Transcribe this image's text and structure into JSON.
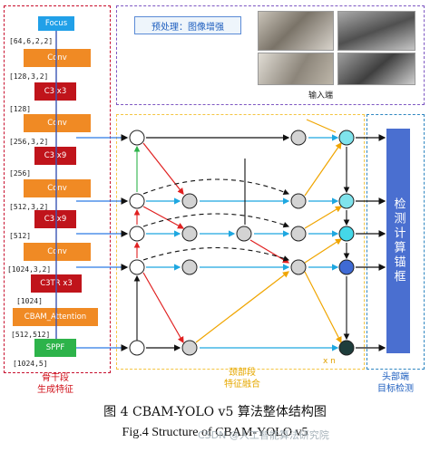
{
  "backbone": {
    "blocks": [
      {
        "label": "Focus",
        "dim": "[64,6,2,2]"
      },
      {
        "label": "Conv",
        "dim": "[128,3,2]"
      },
      {
        "label": "C3 x3",
        "dim": "[128]"
      },
      {
        "label": "Conv",
        "dim": "[256,3,2]"
      },
      {
        "label": "C3 x9",
        "dim": "[256]"
      },
      {
        "label": "Conv",
        "dim": "[512,3,2]"
      },
      {
        "label": "C3 x9",
        "dim": "[512]"
      },
      {
        "label": "Conv",
        "dim": "[1024,3,2]"
      },
      {
        "label": "C3TR x3",
        "dim": "[1024]"
      },
      {
        "label": "CBAM_Attention",
        "dim": "[512,512]"
      },
      {
        "label": "SPPF",
        "dim": "[1024,5]"
      }
    ],
    "label_line1": "骨干段",
    "label_line2": "生成特征"
  },
  "input": {
    "preprocess_label": "预处理：图像增强",
    "input_label": "输入端"
  },
  "neck": {
    "label_line1": "颈部段",
    "label_line2": "特征融合",
    "repeat_label": "x n"
  },
  "head": {
    "bar_label": "检测计算锚框",
    "label_line1": "头部端",
    "label_line2": "目标检测"
  },
  "caption": {
    "zh": "图 4 CBAM-YOLO v5 算法整体结构图",
    "en": "Fig.4 Structure of CBAM-YOLO v5"
  },
  "watermark": "CSDN @人工智能算法研究院",
  "colors": {
    "orange": "#f08a24",
    "red": "#c0141b",
    "green": "#2db34a",
    "blue": "#21a0e8",
    "head_blue": "#4a6fd0"
  }
}
